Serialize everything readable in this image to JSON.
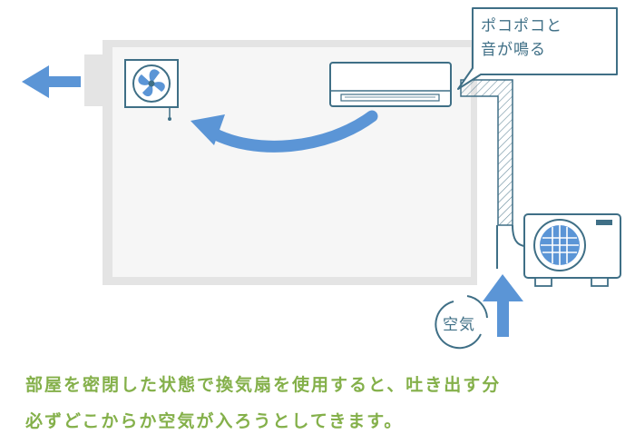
{
  "callout": {
    "line1": "ポコポコと",
    "line2": "音が鳴る"
  },
  "air_label": "空気",
  "caption": {
    "line1": "部屋を密閉した状態で換気扇を使用すると、吐き出す分",
    "line2": "必ずどこからか空気が入ろうとしてきます。"
  },
  "colors": {
    "arrow_blue": "#5b95d6",
    "room_fill": "#f5f5f5",
    "wall_gray": "#e4e4e4",
    "line_teal": "#3f6f86",
    "caption_green": "#84b04a"
  },
  "icons": [
    "exhaust-fan-icon",
    "indoor-ac-unit-icon",
    "outdoor-ac-unit-icon",
    "air-flow-arrow-icon"
  ]
}
